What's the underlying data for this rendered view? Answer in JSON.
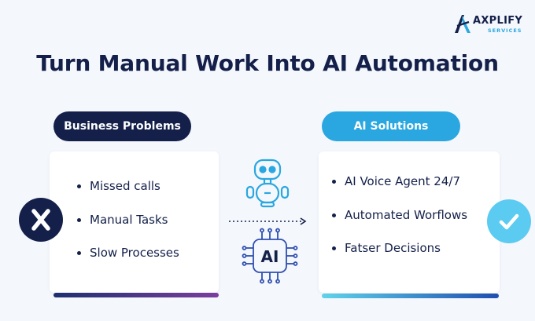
{
  "brand": {
    "name": "AXPLIFY",
    "tagline": "SERVICES",
    "colors": {
      "navy": "#14204a",
      "cyan": "#2aa7e0"
    }
  },
  "page": {
    "title": "Turn Manual Work Into AI Automation"
  },
  "left": {
    "heading": "Business Problems",
    "items": [
      "Missed calls",
      "Manual Tasks",
      "Slow Processes"
    ],
    "status_icon": "x-mark-icon"
  },
  "right": {
    "heading": "AI Solutions",
    "items": [
      "AI Voice Agent 24/7",
      "Automated Worflows",
      "Fatser Decisions"
    ],
    "status_icon": "checkmark-icon"
  },
  "center": {
    "top_icon": "robot-icon",
    "connector": "dotted-arrow-icon",
    "chip_label": "AI",
    "bottom_icon": "ai-chip-icon"
  }
}
